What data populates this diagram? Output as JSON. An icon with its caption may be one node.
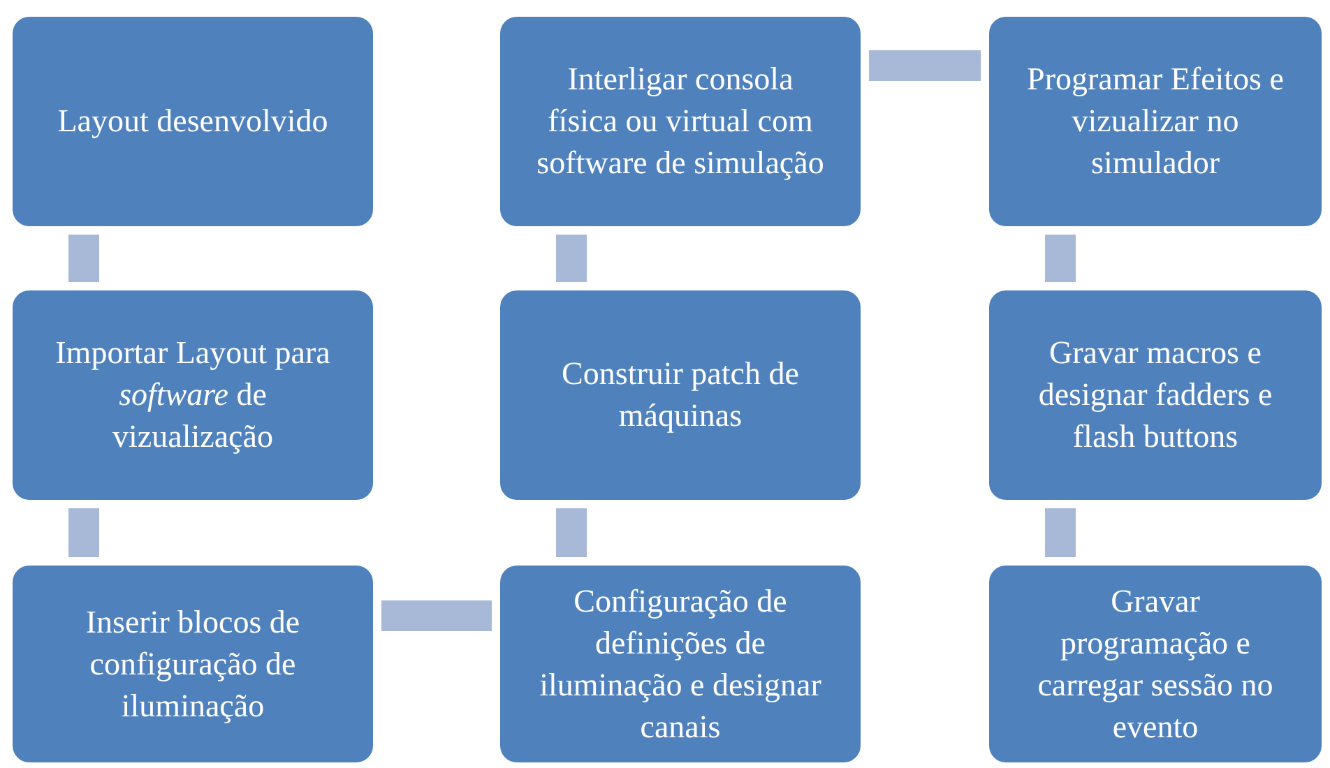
{
  "diagram": {
    "nodes": [
      {
        "text": [
          "Layout desenvolvido"
        ]
      },
      {
        "text": [
          "Importar Layout para *software* de vizualização"
        ]
      },
      {
        "text": [
          "Inserir blocos de configuração de iluminação"
        ]
      },
      {
        "text": [
          "Configuração de definições de iluminação e designar canais"
        ]
      },
      {
        "text": [
          "Construir patch de máquinas"
        ]
      },
      {
        "text": [
          "Interligar consola física ou virtual com software de simulação"
        ]
      },
      {
        "text": [
          "Programar Efeitos e vizualizar no simulador"
        ]
      },
      {
        "text": [
          "Gravar macros e designar fadders e flash buttons"
        ]
      },
      {
        "text": [
          "Gravar programação e carregar sessão no evento"
        ]
      }
    ],
    "edges": [
      {
        "from": 0,
        "to": 1,
        "arrow": "none"
      },
      {
        "from": 1,
        "to": 2,
        "arrow": "none"
      },
      {
        "from": 2,
        "to": 3,
        "arrow": "none"
      },
      {
        "from": 3,
        "to": 4,
        "arrow": "none"
      },
      {
        "from": 4,
        "to": 5,
        "arrow": "none"
      },
      {
        "from": 5,
        "to": 6,
        "arrow": "none"
      },
      {
        "from": 6,
        "to": 7,
        "arrow": "none"
      },
      {
        "from": 7,
        "to": 8,
        "arrow": "none"
      }
    ]
  }
}
